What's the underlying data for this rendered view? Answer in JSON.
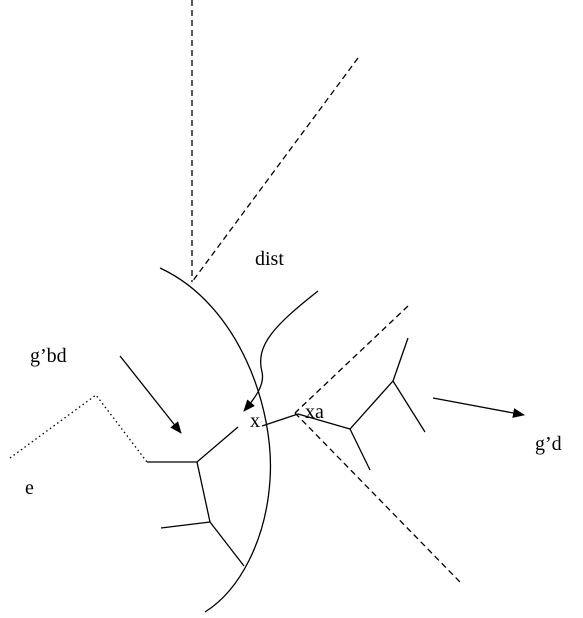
{
  "labels": {
    "dist": "dist",
    "gbd": "g’bd",
    "x": "x",
    "xa": "xa",
    "gd": "g’d",
    "e": "e"
  }
}
